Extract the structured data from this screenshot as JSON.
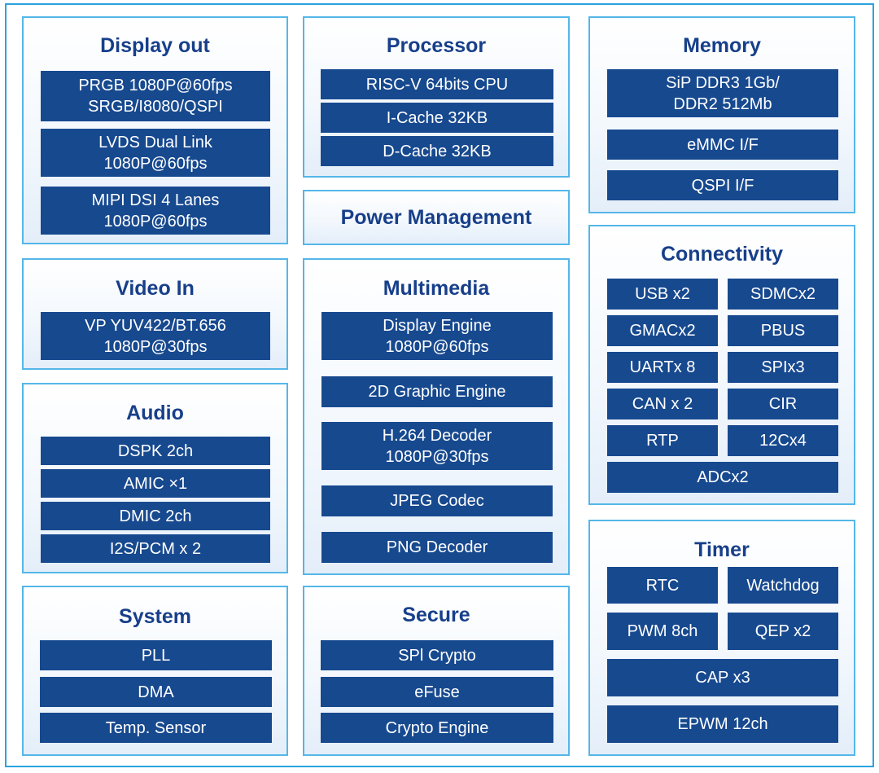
{
  "display_out": {
    "title": "Display out",
    "items": [
      "PRGB 1080P@60fps\nSRGB/I8080/QSPI",
      "LVDS Dual Link\n1080P@60fps",
      "MIPI DSI 4 Lanes\n1080P@60fps"
    ]
  },
  "processor": {
    "title": "Processor",
    "items": [
      "RISC-V 64bits CPU",
      "I-Cache 32KB",
      "D-Cache 32KB"
    ]
  },
  "memory": {
    "title": "Memory",
    "items": [
      "SiP DDR3 1Gb/\nDDR2 512Mb",
      "eMMC I/F",
      "QSPI I/F"
    ]
  },
  "power_management": {
    "title": "Power Management"
  },
  "video_in": {
    "title": "Video In",
    "items": [
      "VP YUV422/BT.656\n1080P@30fps"
    ]
  },
  "multimedia": {
    "title": "Multimedia",
    "items": [
      "Display Engine\n1080P@60fps",
      "2D Graphic Engine",
      "H.264 Decoder\n1080P@30fps",
      "JPEG Codec",
      "PNG Decoder"
    ]
  },
  "connectivity": {
    "title": "Connectivity",
    "items": [
      "USB x2",
      "SDMCx2",
      "GMACx2",
      "PBUS",
      "UARTx 8",
      "SPIx3",
      "CAN x 2",
      "CIR",
      "RTP",
      "12Cx4",
      "ADCx2"
    ]
  },
  "audio": {
    "title": "Audio",
    "items": [
      "DSPK 2ch",
      "AMIC ×1",
      "DMIC 2ch",
      "I2S/PCM x 2"
    ]
  },
  "timer": {
    "title": "Timer",
    "items": [
      "RTC",
      "Watchdog",
      "PWM 8ch",
      "QEP x2",
      "CAP x3",
      "EPWM 12ch"
    ]
  },
  "system": {
    "title": "System",
    "items": [
      "PLL",
      "DMA",
      "Temp. Sensor"
    ]
  },
  "secure": {
    "title": "Secure",
    "items": [
      "SPl Crypto",
      "eFuse",
      "Crypto Engine"
    ]
  }
}
